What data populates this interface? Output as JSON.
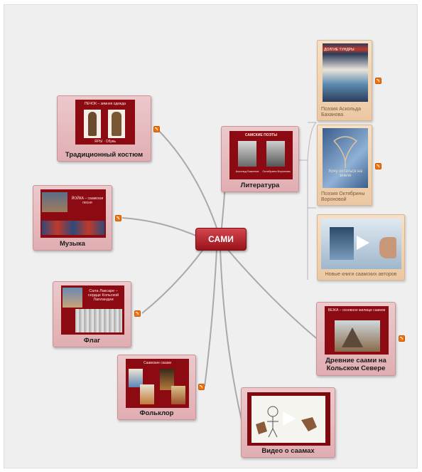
{
  "center": {
    "label": "САМИ"
  },
  "nodes": {
    "costume": {
      "label": "Традиционный костюм",
      "thumb_caption": "ПЕЧОК – зимняя одежда",
      "thumb_bottom": "ЯРЫ · Обувь"
    },
    "music": {
      "label": "Музыка",
      "thumb_caption": "ЙОЙКА – саамская песня"
    },
    "flag": {
      "label": "Флаг",
      "thumb_caption": "Сала Лаксаре – сердце Кольской Лапландии"
    },
    "folklore": {
      "label": "Фольклор",
      "thumb_caption": "Саамские сказки"
    },
    "video": {
      "label": "Видео о саамах"
    },
    "ancient": {
      "label": "Древние саами на Кольском Севере",
      "thumb_caption": "ВЕЖА – основное жилище саамов"
    },
    "literature": {
      "label": "Литература",
      "thumb_caption": "САМСКИЕ ПОЭТЫ",
      "poet1": "Аскольд Баженов",
      "poet2": "Октябрина Воронова"
    }
  },
  "books": {
    "bazhanov": {
      "label": "Поэзия Аскольда Баханова",
      "cover_title": "ДОЛГИЕ ТУНДРЫ"
    },
    "voronova": {
      "label": "Поэзия Октябрины Вороновой",
      "cover_title": "Хочу остаться на земле"
    },
    "new_books": {
      "label": "Новые книги саамских авторов"
    }
  },
  "colors": {
    "accent": "#9a121b",
    "node_bg": "#e3b4b8",
    "rss": "#f2730e",
    "link": "#a9a9a9"
  }
}
